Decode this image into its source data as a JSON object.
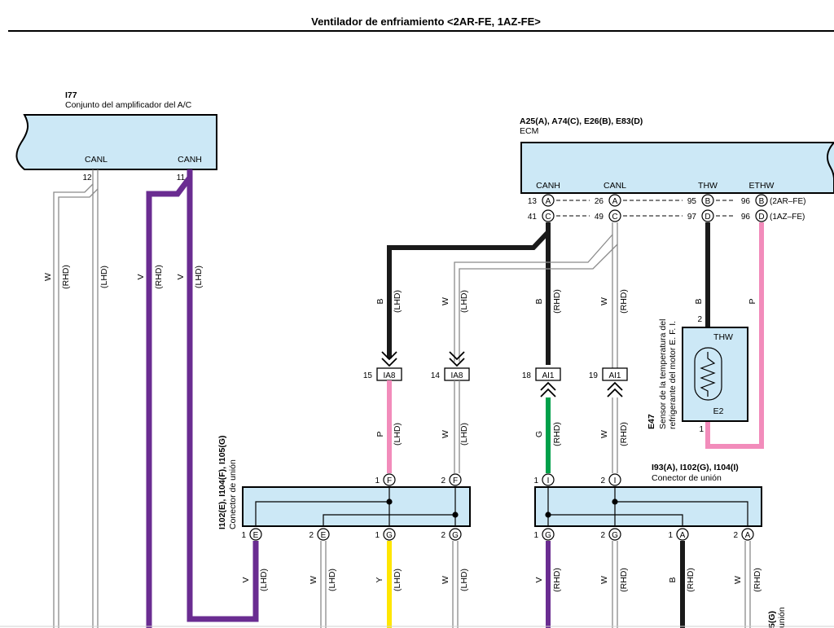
{
  "title": "Ventilador de enfriamiento <2AR-FE, 1AZ-FE>",
  "colors": {
    "box_fill": "#cce8f6",
    "purple": "#6a2c91",
    "black": "#1a1a1a",
    "pink": "#f28cbb",
    "green": "#00a04a",
    "yellow": "#ffe600",
    "white_wire": "#8a8a8a"
  },
  "a_c_amp": {
    "code": "I77",
    "name": "Conjunto del amplificador del A/C",
    "pins": [
      {
        "name": "CANL",
        "num": "12"
      },
      {
        "name": "CANH",
        "num": "11"
      }
    ]
  },
  "ecm": {
    "codes": "A25(A), A74(C), E26(B), E83(D)",
    "name": "ECM",
    "pin_labels": [
      "CANH",
      "CANL",
      "THW",
      "ETHW"
    ],
    "row1": {
      "nums": [
        "13",
        "26",
        "95",
        "96"
      ],
      "letters": [
        "A",
        "A",
        "B",
        "B"
      ],
      "variant": "(2AR–FE)"
    },
    "row2": {
      "nums": [
        "41",
        "49",
        "97",
        "96"
      ],
      "letters": [
        "C",
        "C",
        "D",
        "D"
      ],
      "variant": "(1AZ–FE)"
    }
  },
  "sensor": {
    "code": "E47",
    "name_line1": "Sensor de la temperatura del",
    "name_line2": "refrigerante del motor E. F. I.",
    "pin_top": "THW",
    "pin_bottom": "E2",
    "num_top": "2",
    "num_bottom": "1"
  },
  "connectors": [
    {
      "num": "15",
      "name": "IA8"
    },
    {
      "num": "14",
      "name": "IA8"
    },
    {
      "num": "18",
      "name": "AI1"
    },
    {
      "num": "19",
      "name": "AI1"
    }
  ],
  "jc_left": {
    "codes": "I102(E), I104(F), I105(G)",
    "name": "Conector de unión",
    "top_pins": [
      {
        "num": "1",
        "letter": "F"
      },
      {
        "num": "2",
        "letter": "F"
      }
    ],
    "bottom_pins": [
      {
        "num": "1",
        "letter": "E"
      },
      {
        "num": "2",
        "letter": "E"
      },
      {
        "num": "1",
        "letter": "G"
      },
      {
        "num": "2",
        "letter": "G"
      }
    ]
  },
  "jc_right": {
    "codes": "I93(A), I102(G), I104(I)",
    "name": "Conector de unión",
    "top_pins": [
      {
        "num": "1",
        "letter": "I"
      },
      {
        "num": "2",
        "letter": "I"
      }
    ],
    "bottom_pins": [
      {
        "num": "1",
        "letter": "G"
      },
      {
        "num": "2",
        "letter": "G"
      },
      {
        "num": "1",
        "letter": "A"
      },
      {
        "num": "2",
        "letter": "A"
      }
    ]
  },
  "wire_labels": {
    "amp_w": "W",
    "amp_w_rhd": "(RHD)",
    "amp_w_lhd": "(LHD)",
    "amp_v": "V",
    "amp_v_rhd": "(RHD)",
    "amp_v2": "V",
    "amp_v_lhd": "(LHD)",
    "ecm_b_lhd": "B",
    "ecm_b_lhd_t": "(LHD)",
    "ecm_w_lhd": "W",
    "ecm_w_lhd_t": "(LHD)",
    "ecm_b_rhd": "B",
    "ecm_b_rhd_t": "(RHD)",
    "ecm_w_rhd": "W",
    "ecm_w_rhd_t": "(RHD)",
    "ecm_p": "P",
    "sens_b": "B",
    "mid_p": "P",
    "mid_p_t": "(LHD)",
    "mid_w1": "W",
    "mid_w1_t": "(LHD)",
    "mid_g": "G",
    "mid_g_t": "(RHD)",
    "mid_w2": "W",
    "mid_w2_t": "(RHD)",
    "bot_v": "V",
    "bot_v_t": "(LHD)",
    "bot_w1": "W",
    "bot_w1_t": "(LHD)",
    "bot_y": "Y",
    "bot_y_t": "(LHD)",
    "bot_w2": "W",
    "bot_w2_t": "(LHD)",
    "bot_v3": "V",
    "bot_v3_t": "(RHD)",
    "bot_w3": "W",
    "bot_w3_t": "(RHD)",
    "bot_b": "B",
    "bot_b_t": "(RHD)",
    "bot_w4": "W",
    "bot_w4_t": "(RHD)"
  },
  "cut_label": {
    "line1": "5(G)",
    "line2": "unión"
  }
}
